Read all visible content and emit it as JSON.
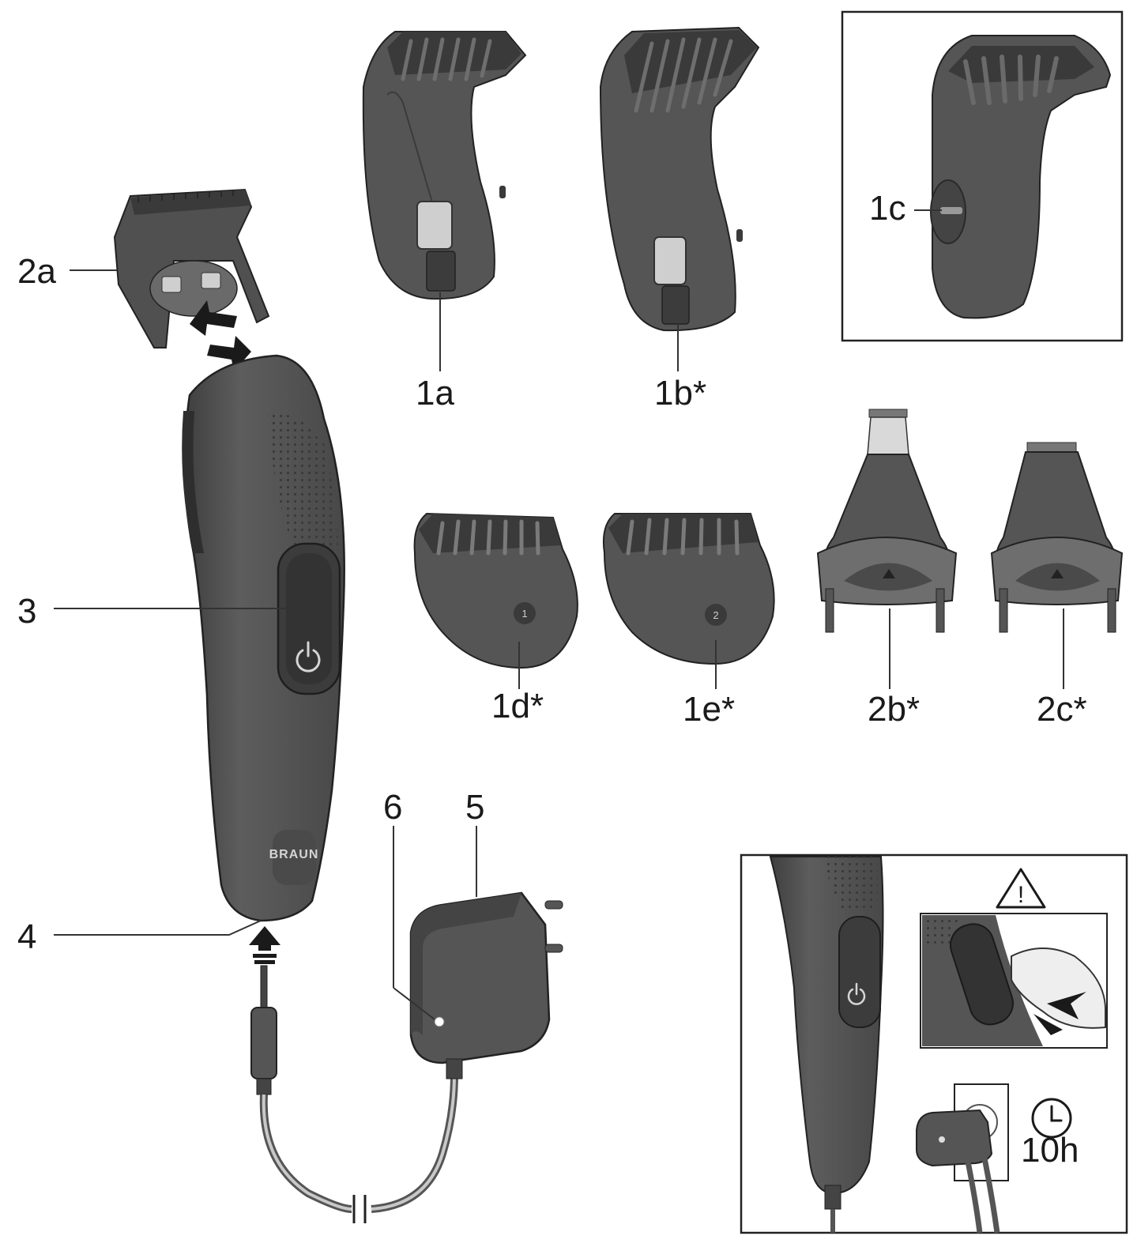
{
  "labels": {
    "l1a": "1a",
    "l1b": "1b*",
    "l1c": "1c",
    "l1d": "1d*",
    "l1e": "1e*",
    "l2a": "2a",
    "l2b": "2b*",
    "l2c": "2c*",
    "l3": "3",
    "l4": "4",
    "l5": "5",
    "l6": "6"
  },
  "device": {
    "brand_logo": "BRAUN"
  },
  "combs": {
    "badge_1d": "1",
    "badge_1e": "2"
  },
  "inset": {
    "warning_symbol": "!",
    "charge_time": "10h"
  },
  "icons": [
    "warning-icon",
    "clock-icon",
    "power-icon",
    "arrow-icon"
  ],
  "colors": {
    "body": "#555555",
    "body_dark": "#3a3a3a",
    "outline": "#222222",
    "line": "#333333"
  }
}
